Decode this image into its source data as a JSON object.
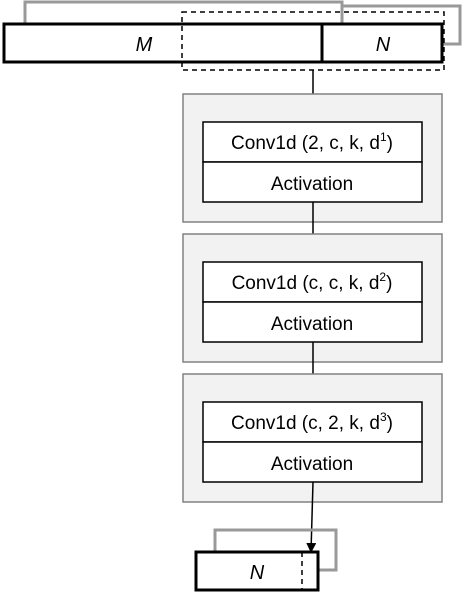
{
  "input_buffer": {
    "m_label": "M",
    "n_label": "N"
  },
  "blocks": [
    {
      "conv_main": "Conv1d (2, c, k, d",
      "conv_sup": "1",
      "conv_close": ")",
      "activation": "Activation"
    },
    {
      "conv_main": "Conv1d (c, c, k, d",
      "conv_sup": "2",
      "conv_close": ")",
      "activation": "Activation"
    },
    {
      "conv_main": "Conv1d (c, 2, k, d",
      "conv_sup": "3",
      "conv_close": ")",
      "activation": "Activation"
    }
  ],
  "output_buffer": {
    "n_label": "N"
  },
  "colors": {
    "block_fill": "#f2f2f2",
    "block_stroke": "#828282",
    "loop_stroke": "#999999",
    "line": "#000000"
  }
}
